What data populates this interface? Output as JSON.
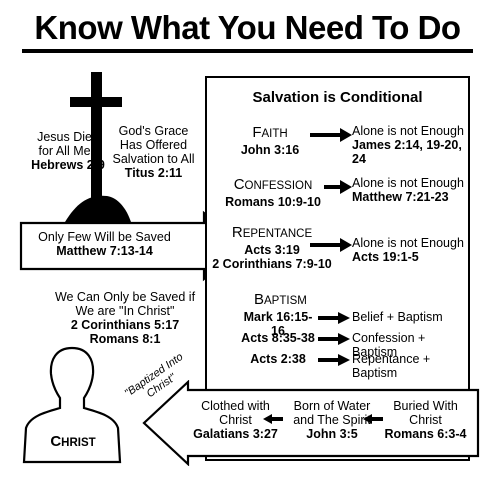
{
  "title": "Know What You Need To Do",
  "box_heading": "Salvation is Conditional",
  "jesus": {
    "line1": "Jesus Died",
    "line2": "for All Men",
    "ref": "Hebrews 2:9"
  },
  "grace": {
    "line1": "God's Grace",
    "line2": "Has Offered",
    "line3": "Salvation to All",
    "ref": "Titus 2:11"
  },
  "few_arrow": {
    "line1": "Only Few Will be Saved",
    "ref": "Matthew 7:13-14"
  },
  "in_christ": {
    "line1": "We Can Only be Saved if",
    "line2": "We are \"In Christ\"",
    "ref1": "2 Corinthians 5:17",
    "ref2": "Romans 8:1"
  },
  "baptized_into": {
    "line1": "\"Baptized Into",
    "line2": "Christ\""
  },
  "christ_label": {
    "first": "C",
    "rest": "HRIST"
  },
  "faith": {
    "first": "F",
    "rest": "AITH",
    "ref": "John 3:16",
    "result": "Alone is not Enough",
    "result_ref": "James 2:14, 19-20, 24"
  },
  "confession": {
    "first": "C",
    "rest": "ONFESSION",
    "ref": "Romans 10:9-10",
    "result": "Alone is not Enough",
    "result_ref": "Matthew 7:21-23"
  },
  "repentance": {
    "first": "R",
    "rest": "EPENTANCE",
    "ref1": "Acts 3:19",
    "ref2": "2 Corinthians 7:9-10",
    "result": "Alone is not Enough",
    "result_ref": "Acts 19:1-5"
  },
  "baptism": {
    "first": "B",
    "rest": "APTISM",
    "rows": [
      {
        "ref": "Mark 16:15-16",
        "result": "Belief + Baptism"
      },
      {
        "ref": "Acts 8:35-38",
        "result": "Confession + Baptism"
      },
      {
        "ref": "Acts 2:38",
        "result": "Repentance + Baptism"
      }
    ]
  },
  "bottom": {
    "clothed": {
      "line1": "Clothed with",
      "line2": "Christ",
      "ref": "Galatians 3:27"
    },
    "born": {
      "line1": "Born of Water",
      "line2": "and The Spirit",
      "ref": "John 3:5"
    },
    "buried": {
      "line1": "Buried With",
      "line2": "Christ",
      "ref": "Romans 6:3-4"
    }
  }
}
